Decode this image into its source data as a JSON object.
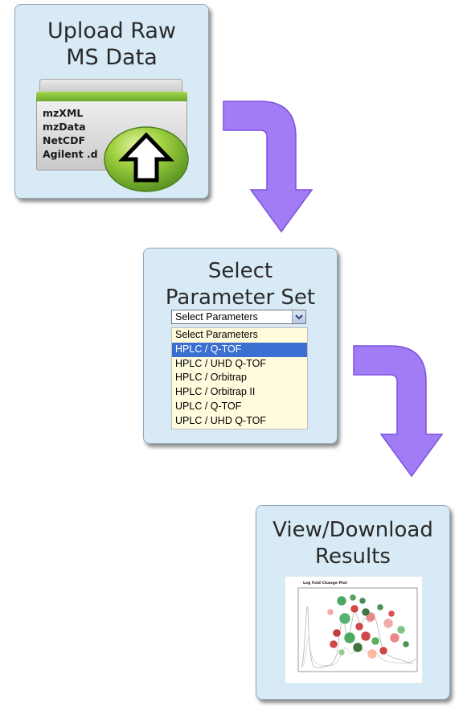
{
  "steps": {
    "upload": {
      "title_line1": "Upload Raw",
      "title_line2": "MS Data",
      "formats": [
        "mzXML",
        "mzData",
        "NetCDF",
        "Agilent .d"
      ]
    },
    "params": {
      "title_line1": "Select",
      "title_line2": "Parameter Set",
      "select_value": "Select Parameters",
      "options": [
        "Select Parameters",
        "HPLC / Q-TOF",
        "HPLC / UHD Q-TOF",
        "HPLC / Orbitrap",
        "HPLC / Orbitrap II",
        "UPLC / Q-TOF",
        "UPLC / UHD Q-TOF"
      ],
      "highlighted_option": "HPLC / Q-TOF"
    },
    "results": {
      "title_line1": "View/Download",
      "title_line2": "Results",
      "plot_title": "Log Fold Change Plot"
    }
  },
  "colors": {
    "box_fill": "#d8eaf5",
    "arrow": "#a27cf5",
    "folder_stripe": "#8cc63f",
    "upload_button": "#8cc63f",
    "select_highlight": "#3b6fd1",
    "list_background": "#fffbdc"
  },
  "icons": {
    "upload": "upload-arrow-icon",
    "dropdown": "chevron-down-icon",
    "flow_arrow": "bent-down-arrow-icon"
  }
}
